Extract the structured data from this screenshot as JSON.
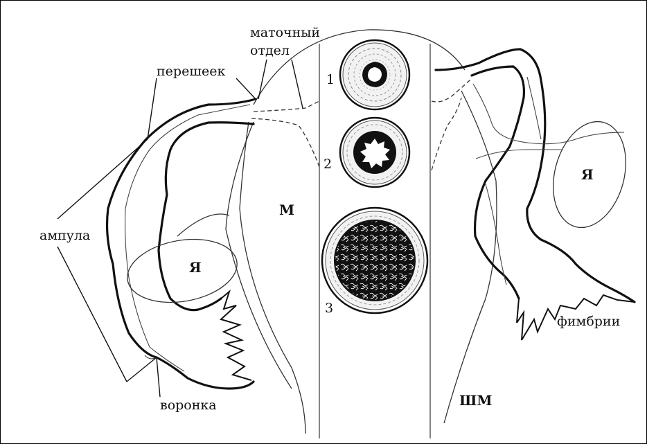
{
  "labels": {
    "isthmus": "перешеек",
    "uterine_part_line1": "маточный",
    "uterine_part_line2": "отдел",
    "ampulla": "ампула",
    "infundibulum": "воронка",
    "fimbriae": "фимбрии",
    "ovary_left": "Я",
    "ovary_right": "Я",
    "uterus": "М",
    "cervix": "ШМ"
  },
  "sections": [
    {
      "number": "1"
    },
    {
      "number": "2"
    },
    {
      "number": "3"
    }
  ]
}
